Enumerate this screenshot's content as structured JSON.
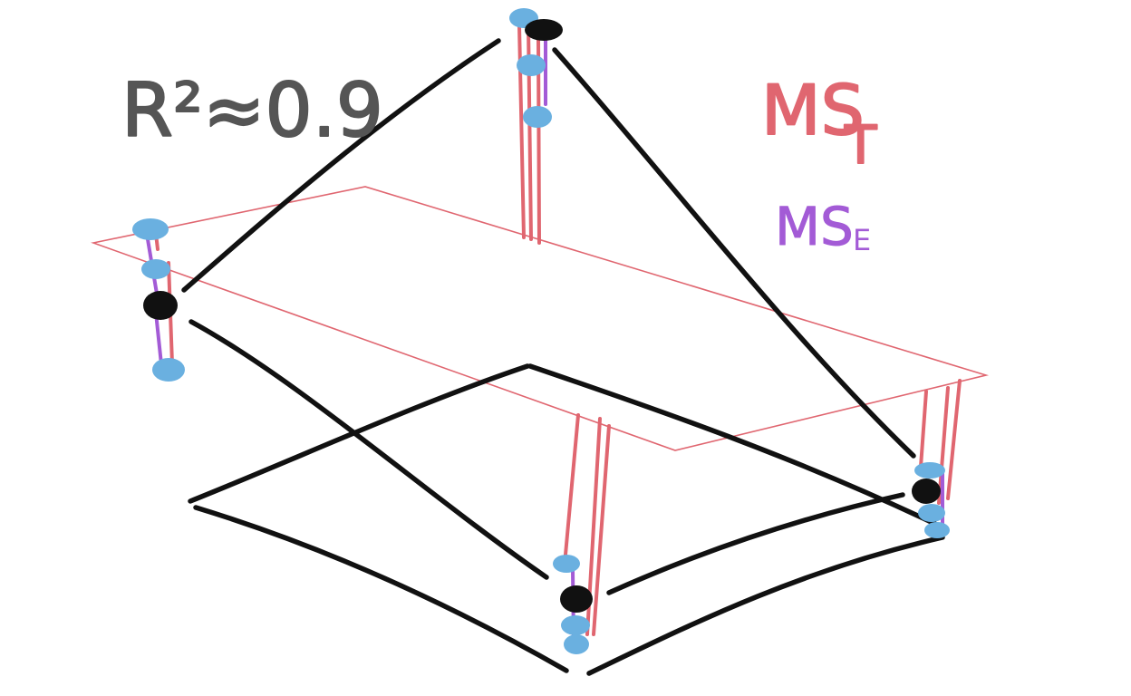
{
  "annotations": {
    "r_squared": "R²≈0.9",
    "mst_main": "MS",
    "mst_sub": "T",
    "mse_main": "MS",
    "mse_sub": "E"
  },
  "colors": {
    "ink": "#111111",
    "grey_text": "#555555",
    "total_red": "#e06670",
    "error_purple": "#a35bd6",
    "observed_blue": "#6ab0e0",
    "fitted_black": "#111111"
  },
  "legend_meaning": {
    "red_segments": "MS_T",
    "purple_segments": "MS_E"
  }
}
